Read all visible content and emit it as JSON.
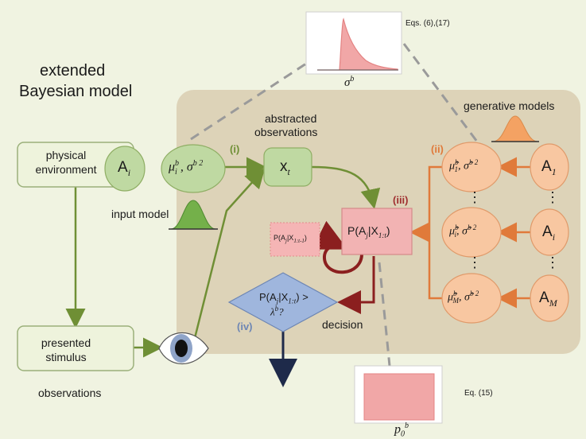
{
  "title": {
    "line1": "extended",
    "line2": "Bayesian model"
  },
  "sigma_panel": {
    "eqs": "Eqs. (6),(17)",
    "symbol": "σ",
    "sup": "b"
  },
  "p0_panel": {
    "eq": "Eq. (15)",
    "symbol": "p",
    "sub": "0",
    "sup": "b"
  },
  "abstracted": {
    "line1": "abstracted",
    "line2": "observations"
  },
  "generative_label": "generative models",
  "physical_env": {
    "line1": "physical",
    "line2": "environment"
  },
  "presented_stimulus": {
    "line1": "presented",
    "line2": "stimulus"
  },
  "observations_label": "observations",
  "input_model_label": "input model",
  "decision_label": "decision",
  "step_labels": {
    "i": "(i)",
    "ii": "(ii)",
    "iii": "(iii)",
    "iv": "(iv)"
  },
  "nodes": {
    "A_i": "A",
    "A_i_sub": "i",
    "mu_sigma": "μ",
    "x_t": "x",
    "x_t_sub": "t",
    "posterior": "P(A",
    "posterior_rest": "|X",
    "posterior_sub": "1:t",
    "prior": "P(A",
    "prior_sub": "1:t-1",
    "decision_line1": "P(A",
    "decision_line2": "λ",
    "decision_q": "?",
    "A1": "A",
    "A1_sub": "1",
    "Ai": "A",
    "Ai_sub": "i",
    "AM": "A",
    "AM_sub": "M",
    "ellipsis": "⋮"
  },
  "colors": {
    "background": "#f0f3e1",
    "panel": "#ddd3b8",
    "green_box": "#bfd9a2",
    "green_line": "#6f8f35",
    "orange_box": "#f5c9a6",
    "orange_line": "#e07a3a",
    "pink_box": "#f0a9a9",
    "blue_diamond": "#9fb6dd",
    "dark_red": "#8b1f1f"
  }
}
